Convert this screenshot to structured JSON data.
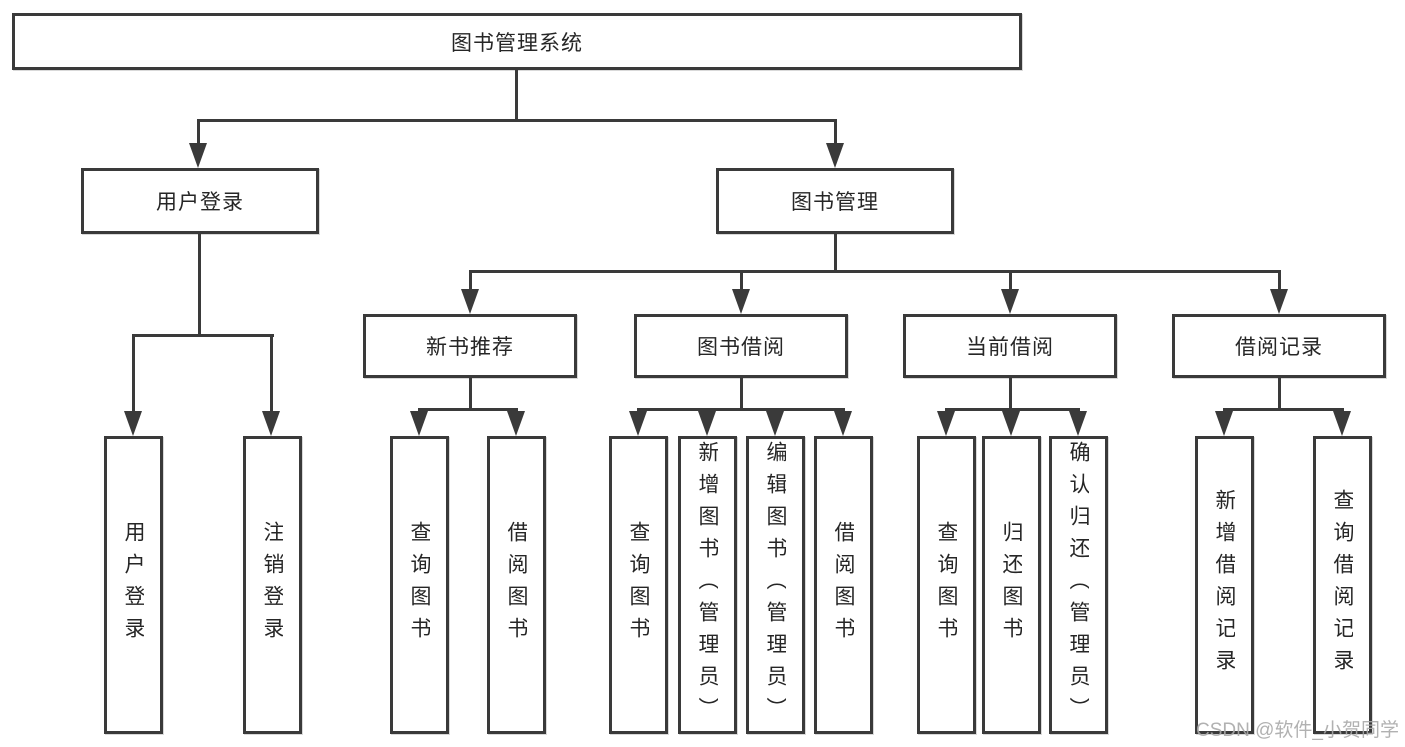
{
  "diagram": {
    "root": {
      "label": "图书管理系统"
    },
    "branches": [
      {
        "label": "用户登录",
        "children": [
          {
            "label": "用户登录"
          },
          {
            "label": "注销登录"
          }
        ]
      },
      {
        "label": "图书管理",
        "children": [
          {
            "label": "新书推荐",
            "children": [
              {
                "label": "查询图书"
              },
              {
                "label": "借阅图书"
              }
            ]
          },
          {
            "label": "图书借阅",
            "children": [
              {
                "label": "查询图书"
              },
              {
                "label": "新增图书（管理员）"
              },
              {
                "label": "编辑图书（管理员）"
              },
              {
                "label": "借阅图书"
              }
            ]
          },
          {
            "label": "当前借阅",
            "children": [
              {
                "label": "查询图书"
              },
              {
                "label": "归还图书"
              },
              {
                "label": "确认归还（管理员）"
              }
            ]
          },
          {
            "label": "借阅记录",
            "children": [
              {
                "label": "新增借阅记录"
              },
              {
                "label": "查询借阅记录"
              }
            ]
          }
        ]
      }
    ]
  },
  "watermark": {
    "text": "CSDN @软件_小贺同学"
  },
  "colors": {
    "line": "#3a3a3a",
    "text": "#262626",
    "watermark": "#a9a9a9",
    "background": "#ffffff"
  }
}
